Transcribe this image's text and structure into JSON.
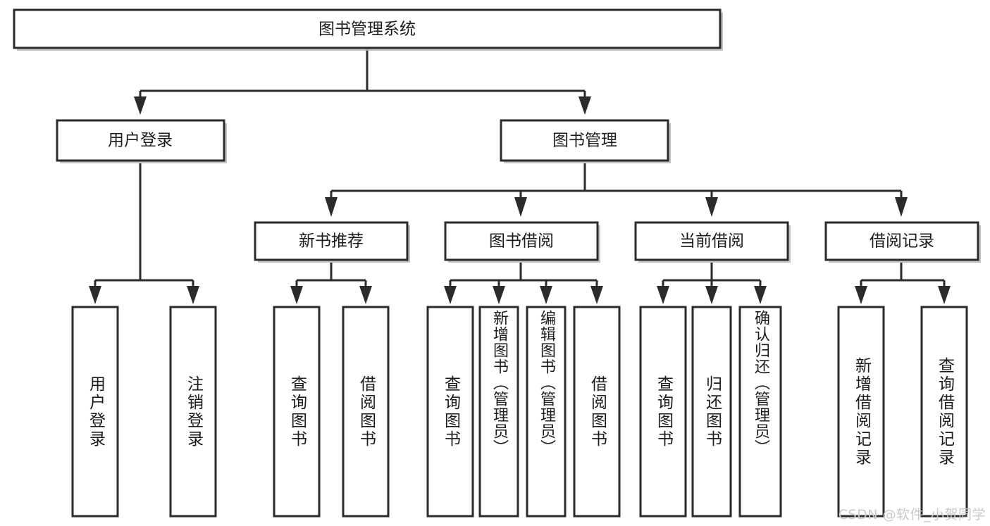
{
  "diagram": {
    "type": "tree",
    "title": "图书管理系统",
    "root": {
      "label": "图书管理系统",
      "children": [
        {
          "label": "用户登录",
          "children": [
            {
              "label": "用户登录",
              "orientation": "vertical"
            },
            {
              "label": "注销登录",
              "orientation": "vertical"
            }
          ]
        },
        {
          "label": "图书管理",
          "children": [
            {
              "label": "新书推荐",
              "children": [
                {
                  "label": "查询图书",
                  "orientation": "vertical"
                },
                {
                  "label": "借阅图书",
                  "orientation": "vertical"
                }
              ]
            },
            {
              "label": "图书借阅",
              "children": [
                {
                  "label": "查询图书",
                  "orientation": "vertical"
                },
                {
                  "label": "新增图书（管理员）",
                  "orientation": "vertical"
                },
                {
                  "label": "编辑图书（管理员）",
                  "orientation": "vertical"
                },
                {
                  "label": "借阅图书",
                  "orientation": "vertical"
                }
              ]
            },
            {
              "label": "当前借阅",
              "children": [
                {
                  "label": "查询图书",
                  "orientation": "vertical"
                },
                {
                  "label": "归还图书",
                  "orientation": "vertical"
                },
                {
                  "label": "确认归还（管理员）",
                  "orientation": "vertical"
                }
              ]
            },
            {
              "label": "借阅记录",
              "children": [
                {
                  "label": "新增借阅记录",
                  "orientation": "vertical"
                },
                {
                  "label": "查询借阅记录",
                  "orientation": "vertical"
                }
              ]
            }
          ]
        }
      ]
    }
  },
  "nodes": {
    "root": "图书管理系统",
    "level2": {
      "user_login": "用户登录",
      "book_manage": "图书管理"
    },
    "level3": {
      "new_book_rec": "新书推荐",
      "book_borrow": "图书借阅",
      "current_borrow": "当前借阅",
      "borrow_record": "借阅记录"
    },
    "leaves": {
      "login_user": "用户登录",
      "login_logout": "注销登录",
      "rec_query": "查询图书",
      "rec_borrow": "借阅图书",
      "borrow_query": "查询图书",
      "borrow_add": "新增图书（管理员）",
      "borrow_edit": "编辑图书（管理员）",
      "borrow_take": "借阅图书",
      "cur_query": "查询图书",
      "cur_return": "归还图书",
      "cur_confirm": "确认归还（管理员）",
      "rec_add": "新增借阅记录",
      "rec_search": "查询借阅记录"
    }
  },
  "watermark": "CSDN @软件_小贺同学",
  "colors": {
    "stroke": "#2b2b2b",
    "fill": "#ffffff",
    "text": "#1c1c1c",
    "watermark": "#c9c9c9",
    "shadow": "#b9b9b9"
  }
}
